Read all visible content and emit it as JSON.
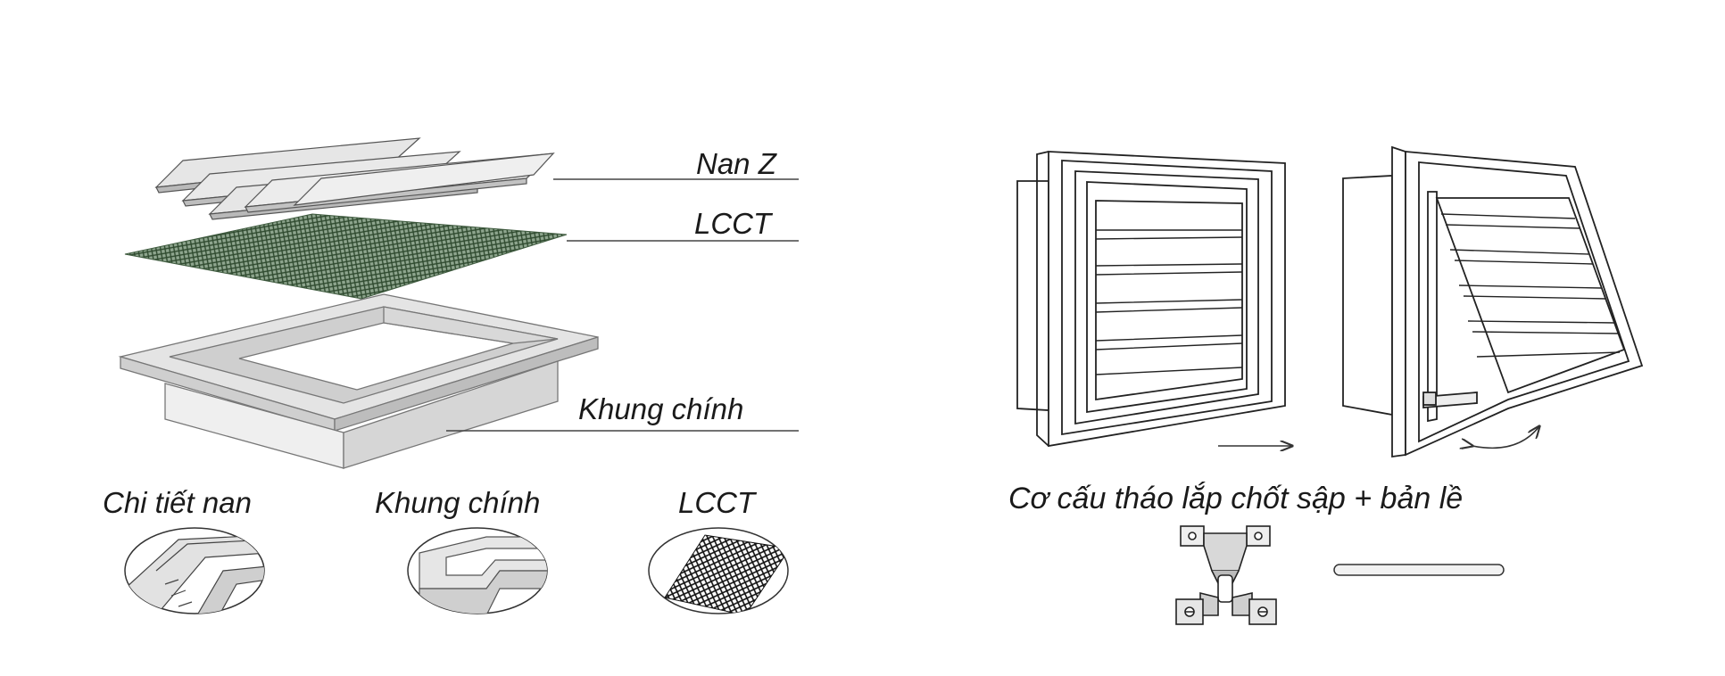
{
  "left_diagram": {
    "callouts": [
      "Nan Z",
      "LCCT",
      "Khung chính"
    ],
    "details": [
      {
        "label": "Chi tiết nan",
        "icon": "slat-detail-icon"
      },
      {
        "label": "Khung chính",
        "icon": "frame-corner-detail-icon"
      },
      {
        "label": "LCCT",
        "icon": "mesh-detail-icon"
      }
    ]
  },
  "right_diagram": {
    "caption": "Cơ cấu tháo lắp chốt sập + bản lề",
    "parts": [
      "louver-closed-view",
      "louver-open-view",
      "latch-clip-icon",
      "hinge-pin-icon"
    ]
  },
  "colors": {
    "line": "#333333",
    "mesh": "#4f6e4f",
    "frame": "#d9d9d9",
    "background": "#ffffff"
  }
}
